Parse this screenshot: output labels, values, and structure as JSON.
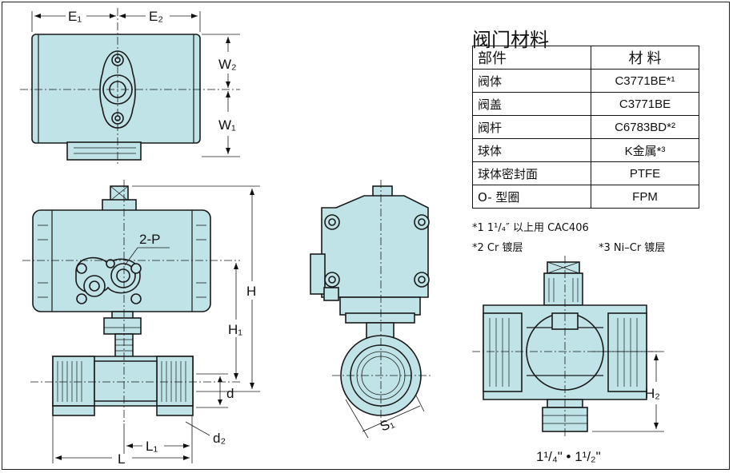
{
  "materials": {
    "title": "阀门材料",
    "header": {
      "part": "部件",
      "material": "材 料"
    },
    "rows": [
      {
        "part": "阀体",
        "material": "C3771BE*¹"
      },
      {
        "part": "阀盖",
        "material": "C3771BE"
      },
      {
        "part": "阀杆",
        "material": "C6783BD*²"
      },
      {
        "part": "球体",
        "material": "K金属*³"
      },
      {
        "part": "球体密封面",
        "material": "PTFE"
      },
      {
        "part": "O- 型圈",
        "material": "FPM"
      }
    ],
    "notes": [
      "*1 1¹/₄″ 以上用 CAC406",
      "*2 Cr 镀层",
      "*3 Ni–Cr 镀层"
    ]
  },
  "dims": {
    "E1": "E₁",
    "E2": "E₂",
    "W1": "W₁",
    "W2": "W₂",
    "H": "H",
    "H1": "H₁",
    "H2": "H₂",
    "d": "d",
    "d2": "d₂",
    "L": "L",
    "L1": "L₁",
    "S1": "S₁",
    "P": "2-P",
    "size_note": "1¹/₄\" • 1¹/₂\""
  }
}
